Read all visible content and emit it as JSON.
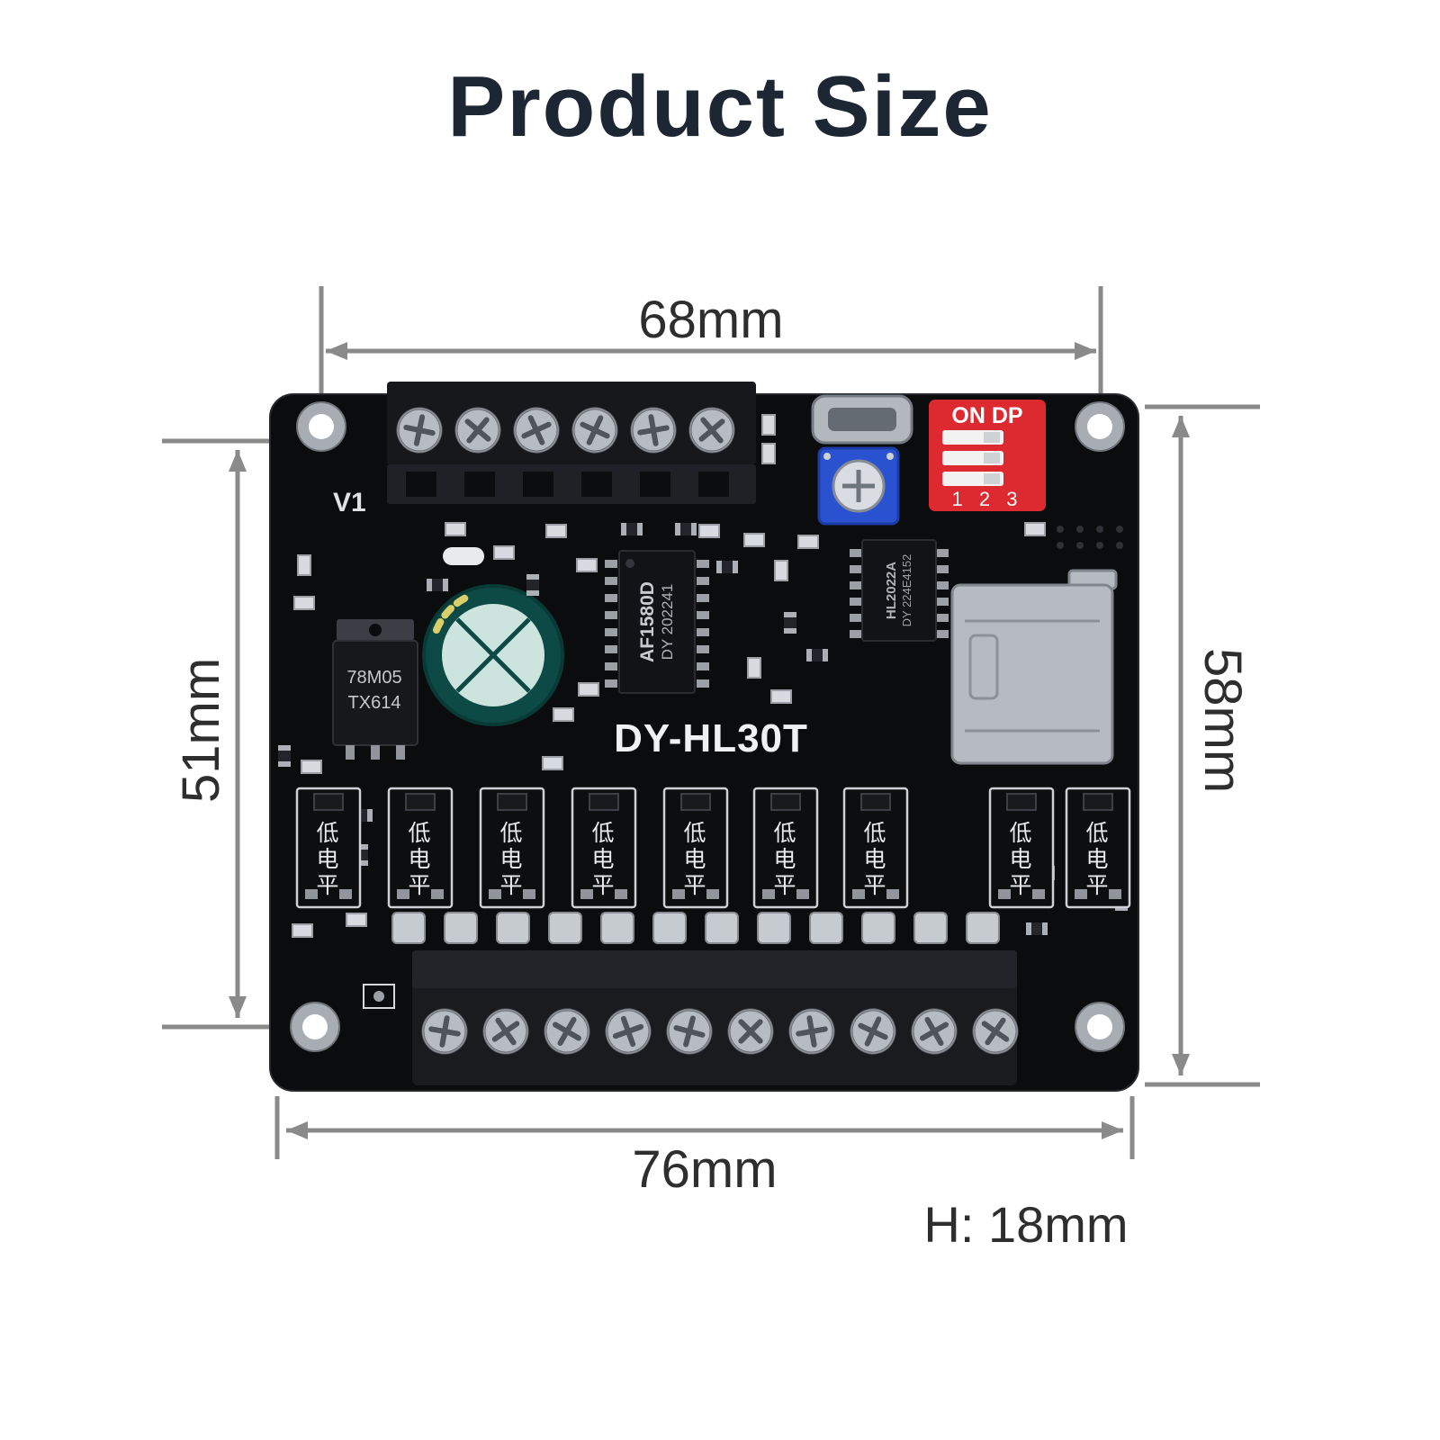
{
  "title": "Product Size",
  "dimensions": {
    "top": "68mm",
    "left": "51mm",
    "right": "58mm",
    "bottom": "76mm",
    "height": "H: 18mm"
  },
  "board": {
    "version": "V1",
    "model": "DY-HL30T",
    "regulator_line1": "78M05",
    "regulator_line2": "TX614",
    "main_ic_line1": "AF1580D",
    "main_ic_line2": "DY 202241",
    "io_ic_line1": "HL2022A",
    "io_ic_line2": "DY 224E4152",
    "dip_label": "ON DP",
    "dip_numbers": "1 2 3",
    "low_level_label": "低电平"
  },
  "colors": {
    "title": "#1d2734",
    "dimension_line": "#8a8a8a",
    "board": "#0b0c0e",
    "dip_red": "#dd2a30",
    "trimpot_blue": "#2a52d0",
    "capacitor_teal": "#0d4a45",
    "silkscreen": "#e9eaec"
  }
}
